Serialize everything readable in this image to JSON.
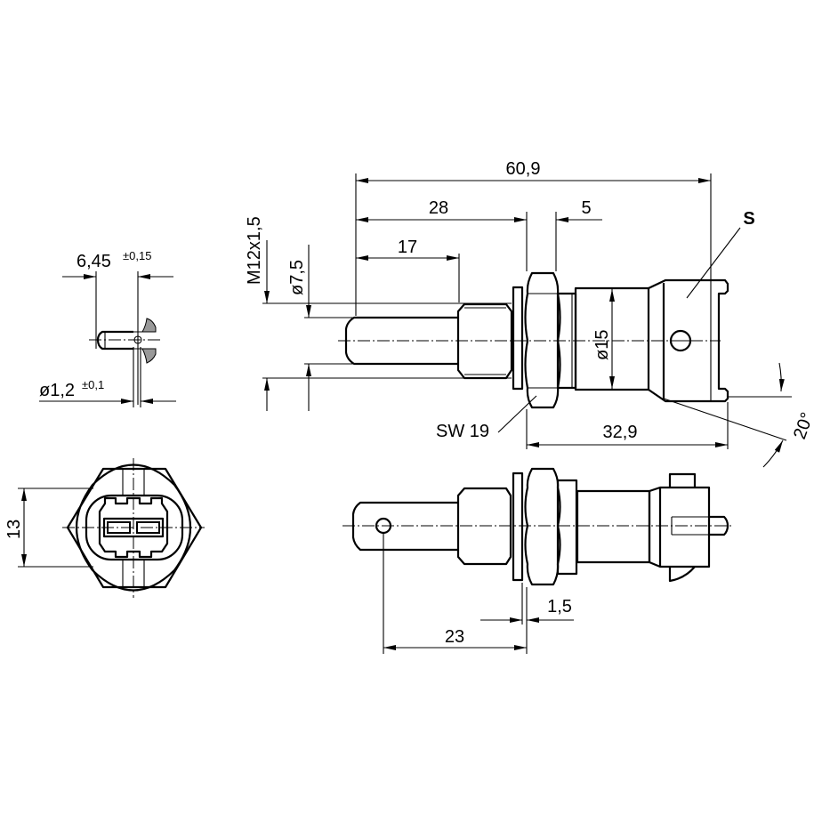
{
  "dimensions": {
    "overall_length": "60,9",
    "to_seat": "28",
    "nut_width": "5",
    "pin_length": "17",
    "thread": "M12x1,5",
    "pin_diameter": "ø7,5",
    "body_diameter": "ø15",
    "wrench_size": "SW 19",
    "connector_length": "32,9",
    "angle": "20°",
    "section_label": "S",
    "terminal_spacing": "6,45",
    "terminal_spacing_tol": "±0,15",
    "hole_diameter": "ø1,2",
    "hole_diameter_tol": "±0,1",
    "connector_height": "13",
    "washer_thickness": "1,5",
    "hole_position": "23"
  },
  "colors": {
    "line": "#000000",
    "background": "#ffffff",
    "fill_gray": "#999999"
  }
}
